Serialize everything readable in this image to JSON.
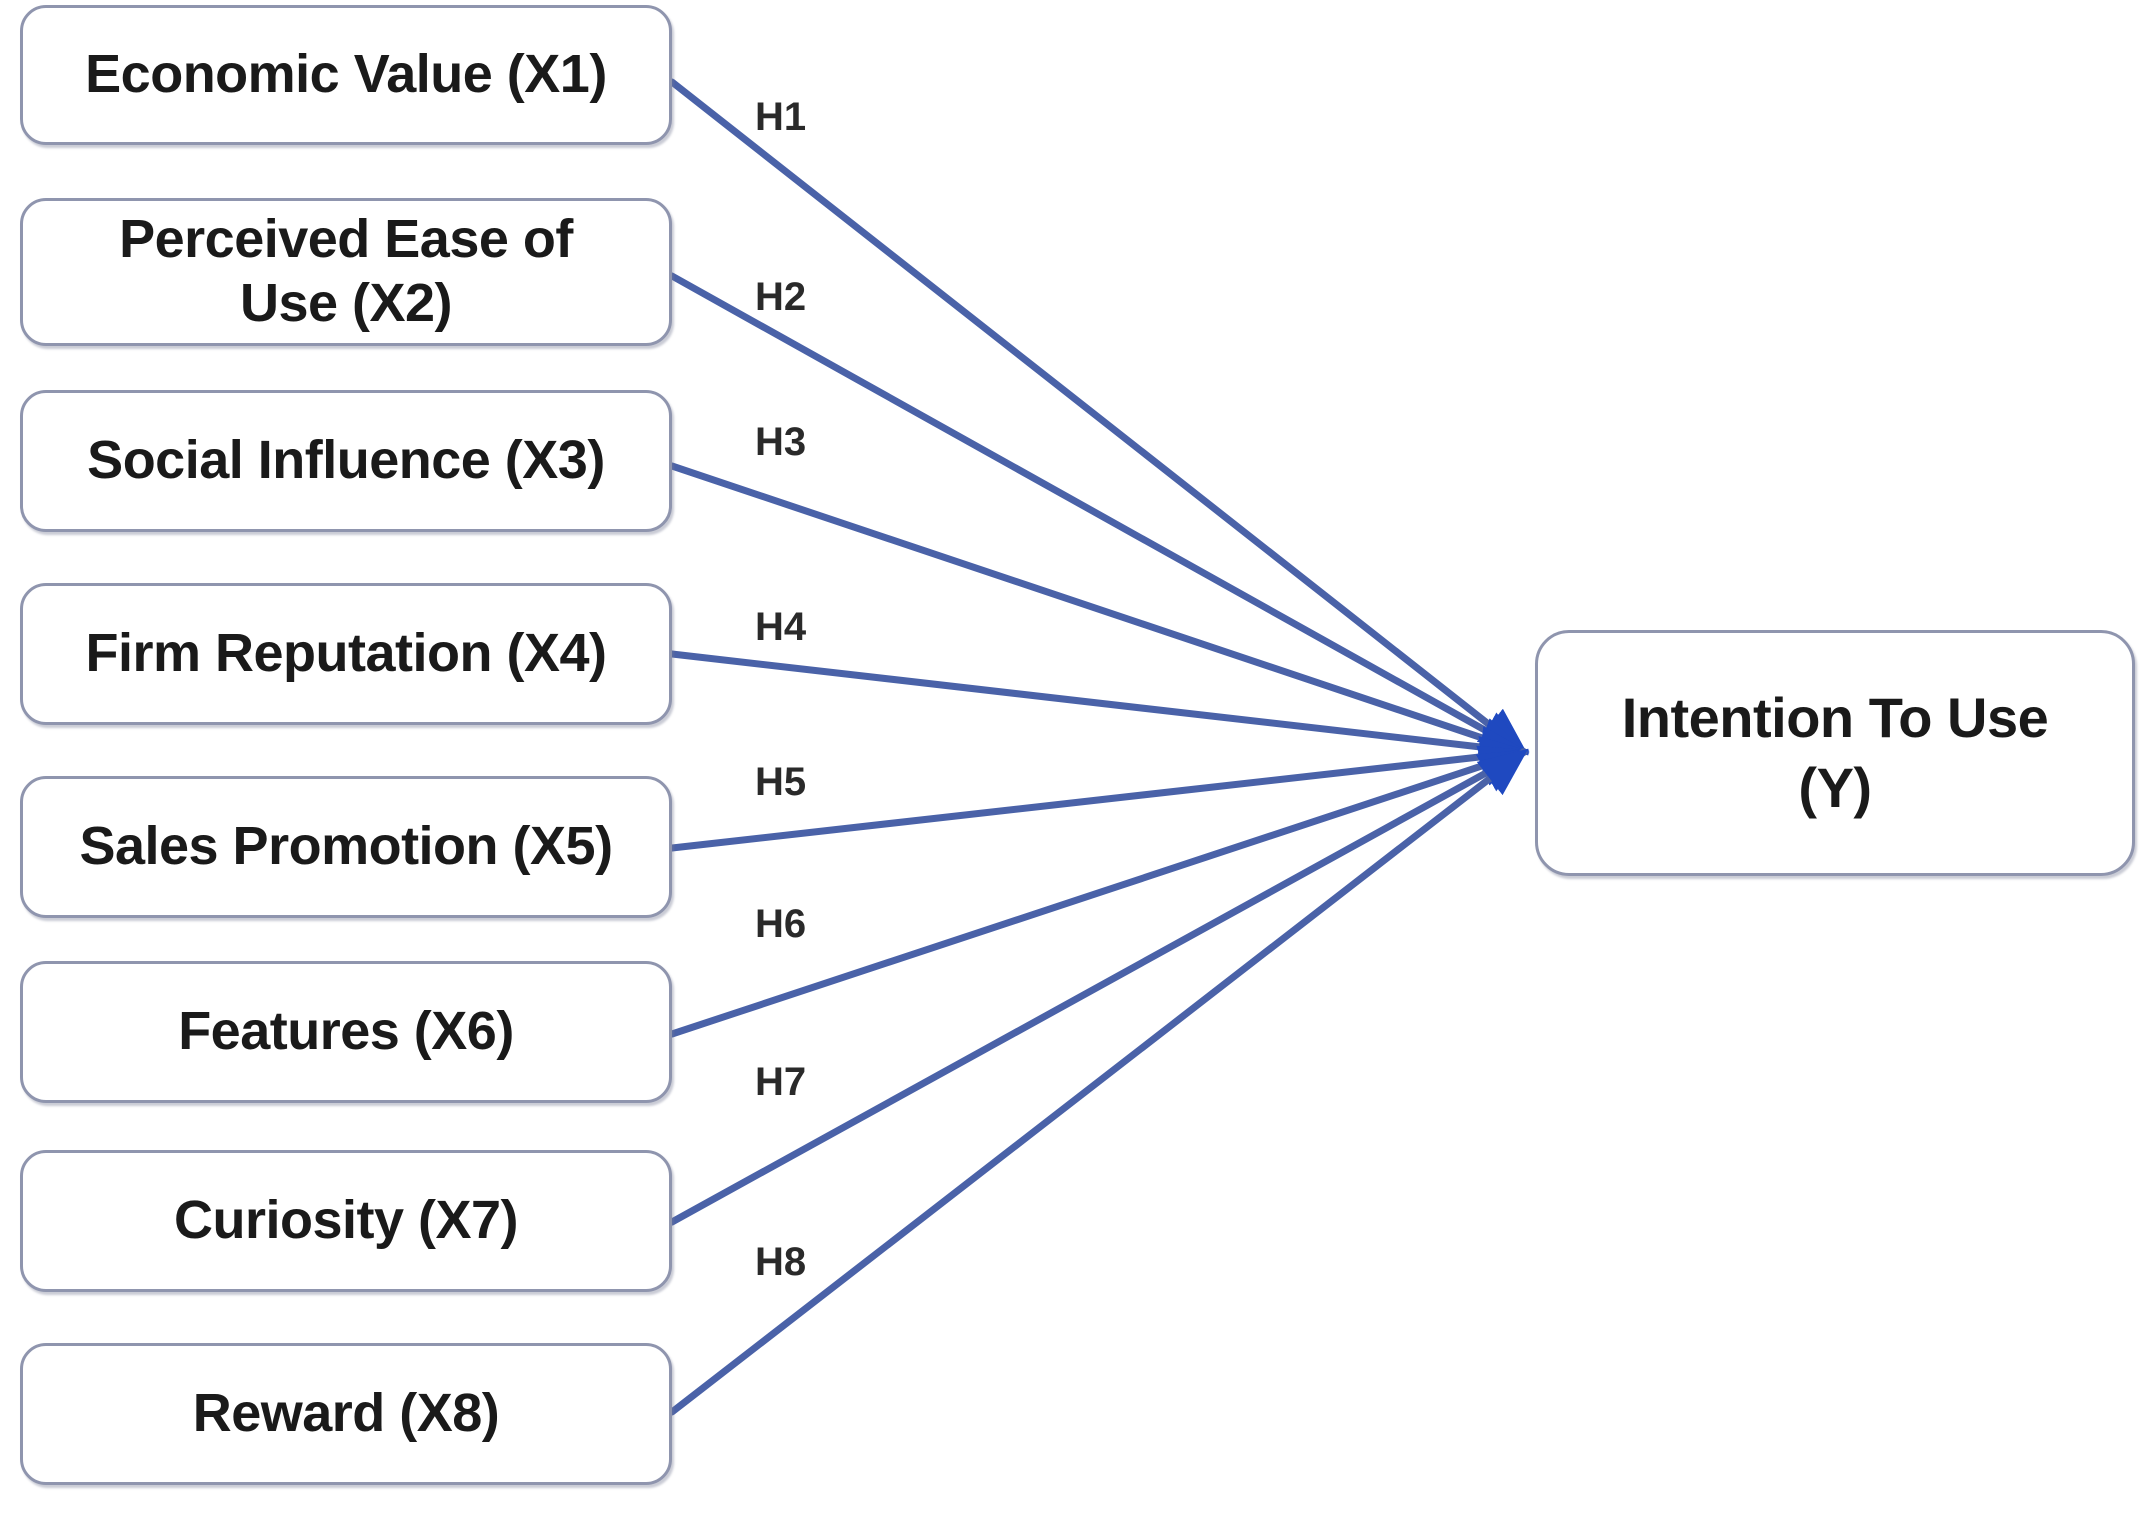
{
  "diagram": {
    "type": "conceptual-research-model",
    "predictors": [
      {
        "id": "X1",
        "label": "Economic Value (X1)",
        "hypothesis": "H1"
      },
      {
        "id": "X2",
        "label": "Perceived Ease of\nUse (X2)",
        "hypothesis": "H2"
      },
      {
        "id": "X3",
        "label": "Social Influence (X3)",
        "hypothesis": "H3"
      },
      {
        "id": "X4",
        "label": "Firm Reputation (X4)",
        "hypothesis": "H4"
      },
      {
        "id": "X5",
        "label": "Sales Promotion (X5)",
        "hypothesis": "H5"
      },
      {
        "id": "X6",
        "label": "Features (X6)",
        "hypothesis": "H6"
      },
      {
        "id": "X7",
        "label": "Curiosity (X7)",
        "hypothesis": "H7"
      },
      {
        "id": "X8",
        "label": "Reward (X8)",
        "hypothesis": "H8"
      }
    ],
    "outcome": {
      "id": "Y",
      "label": "Intention To Use\n(Y)"
    },
    "hypothesis_labels": [
      "H1",
      "H2",
      "H3",
      "H4",
      "H5",
      "H6",
      "H7",
      "H8"
    ],
    "colors": {
      "edge": "#4a62a8",
      "arrowhead": "#1f49c0",
      "node_border": "#8f95ae",
      "node_fill": "#ffffff",
      "text": "#1a1a1a",
      "background": "#ffffff"
    }
  }
}
